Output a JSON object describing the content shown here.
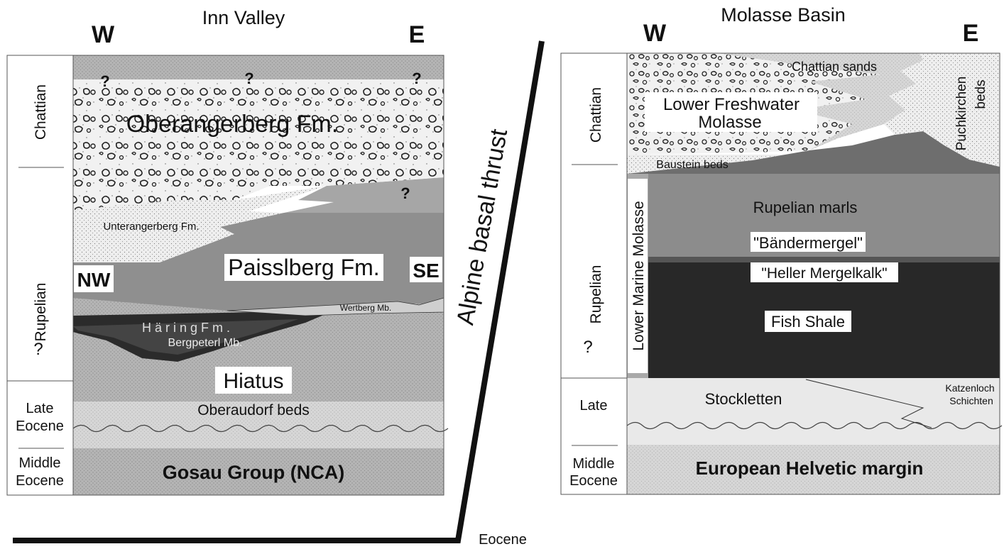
{
  "left_panel": {
    "title": "Inn Valley",
    "west": "W",
    "east": "E",
    "stages": {
      "chattian": "Chattian",
      "rupelian": "Rupelian",
      "rupelian_q": "?",
      "late_eocene_1": "Late",
      "late_eocene_2": "Eocene",
      "middle_eocene_1": "Middle",
      "middle_eocene_2": "Eocene"
    },
    "units": {
      "oberangerberg": "Oberangerberg Fm.",
      "unterangerberg": "Unterangerberg Fm.",
      "paisslberg": "Paisslberg Fm.",
      "nw": "NW",
      "se": "SE",
      "wertberg": "Wertberg Mb.",
      "haring": "H ä r i n g   F m .",
      "bergpeterl": "Bergpeterl Mb.",
      "hiatus": "Hiatus",
      "oberaudorf": "Oberaudorf beds",
      "gosau": "Gosau Group (NCA)"
    },
    "question_mark": "?"
  },
  "right_panel": {
    "title": "Molasse Basin",
    "west": "W",
    "east": "E",
    "stages": {
      "chattian": "Chattian",
      "rupelian": "Rupelian",
      "rupelian_q": "?",
      "late": "Late",
      "middle_eocene_1": "Middle",
      "middle_eocene_2": "Eocene"
    },
    "units": {
      "chattian_sands": "Chattian sands",
      "lfm_1": "Lower Freshwater",
      "lfm_2": "Molasse",
      "puchkirchen_1": "Puchkirchen",
      "puchkirchen_2": "beds",
      "baustein": "Baustein beds",
      "lmm": "Lower Marine Molasse",
      "rupelian_marls": "Rupelian marls",
      "bandermergel": "\"Bändermergel\"",
      "heller": "\"Heller Mergelkalk\"",
      "fish_shale": "Fish Shale",
      "stockletten": "Stockletten",
      "katzenloch_1": "Katzenloch",
      "katzenloch_2": "Schichten",
      "european": "European Helvetic margin"
    }
  },
  "thrust": {
    "label": "Alpine basal thrust",
    "eocene": "Eocene"
  },
  "colors": {
    "dark_gray": "#7a7a7a",
    "mid_gray": "#a6a6a6",
    "light_gray": "#d9d9d9",
    "very_light": "#ececec",
    "black_unit": "#262626",
    "stage_col": "#ffffff"
  }
}
